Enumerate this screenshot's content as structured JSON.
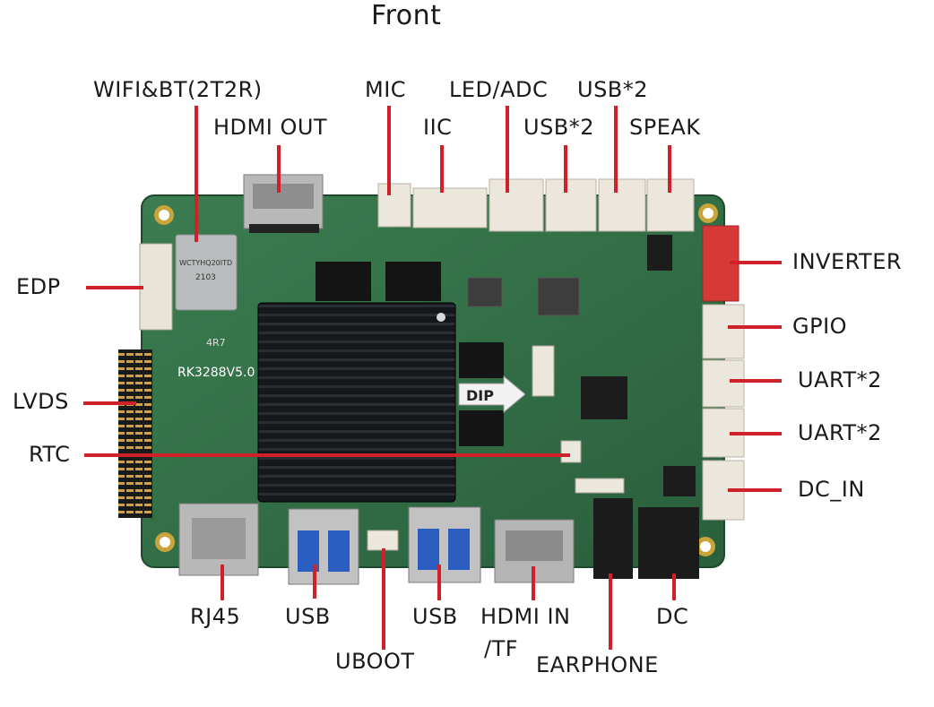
{
  "title": "Front",
  "board": {
    "module_text": "WCTYHQ20ITD",
    "module_code": "2103",
    "inductor_text": "4R7",
    "model_text": "RK3288V5.0",
    "dip_text": "DIP"
  },
  "labels": {
    "wifi": "WIFI&BT(2T2R)",
    "hdmi_out": "HDMI OUT",
    "mic": "MIC",
    "iic": "IIC",
    "led_adc": "LED/ADC",
    "usb2_top": "USB*2",
    "usb2_mid": "USB*2",
    "speak": "SPEAK",
    "edp": "EDP",
    "lvds": "LVDS",
    "rtc": "RTC",
    "inverter": "INVERTER",
    "gpio": "GPIO",
    "uart_1": "UART*2",
    "uart_2": "UART*2",
    "dc_in": "DC_IN",
    "rj45": "RJ45",
    "usb_left": "USB",
    "uboot": "UBOOT",
    "usb_right": "USB",
    "hdmi_in": "HDMI IN",
    "tf": "/TF",
    "earphone": "EARPHONE",
    "dc": "DC"
  },
  "colors": {
    "pcb": "#2f6e44",
    "pcb_dark": "#1f4e30",
    "heatsink": "#111417",
    "leader": "#d0202a",
    "connector": "#ece7dc",
    "red_connector": "#d63a37",
    "metal": "#b3b3b3"
  }
}
